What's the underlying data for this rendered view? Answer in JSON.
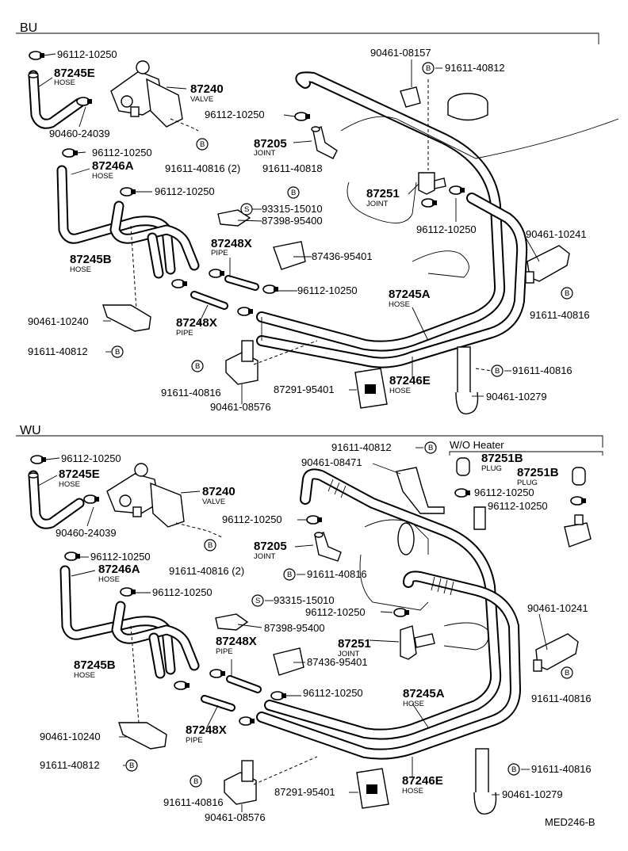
{
  "sections": {
    "bu": "BU",
    "wu": "WU",
    "wo_heater": "W/O Heater"
  },
  "bolt_symbol": "B",
  "screw_symbol": "S",
  "bu": {
    "clip_96112_a": "96112-10250",
    "hose_87245E": "87245E",
    "hose_87245E_sub": "HOSE",
    "valve_87240": "87240",
    "valve_87240_sub": "VALVE",
    "clamp_90460": "90460-24039",
    "clip_96112_b": "96112-10250",
    "clip_96112_c": "96112-10250",
    "bolt_91611_40816_2": "91611-40816 (2)",
    "bolt_91611_40818": "91611-40818",
    "joint_87205": "87205",
    "joint_87205_sub": "JOINT",
    "hose_87246A": "87246A",
    "hose_87246A_sub": "HOSE",
    "clip_96112_d": "96112-10250",
    "clamp_90461_08157": "90461-08157",
    "bolt_91611_40812_top": "91611-40812",
    "joint_87251": "87251",
    "joint_87251_sub": "JOINT",
    "clip_96112_e": "96112-10250",
    "screw_93315": "93315-15010",
    "part_87398": "87398-95400",
    "pipe_87248X_a": "87248X",
    "pipe_87248X_a_sub": "PIPE",
    "part_87436": "87436-95401",
    "clip_96112_f": "96112-10250",
    "hose_87245B": "87245B",
    "hose_87245B_sub": "HOSE",
    "clamp_90461_10241": "90461-10241",
    "bolt_91611_40816_r": "91611-40816",
    "hose_87245A": "87245A",
    "hose_87245A_sub": "HOSE",
    "clamp_90461_10240": "90461-10240",
    "pipe_87248X_b": "87248X",
    "pipe_87248X_b_sub": "PIPE",
    "bolt_91611_40812_l": "91611-40812",
    "bolt_91611_40816_rr": "91611-40816",
    "hose_87246E": "87246E",
    "hose_87246E_sub": "HOSE",
    "grommet_87291": "87291-95401",
    "bolt_91611_40816_b": "91611-40816",
    "clamp_90461_08576": "90461-08576",
    "clamp_90461_10279": "90461-10279"
  },
  "wu": {
    "clip_96112_a": "96112-10250",
    "hose_87245E": "87245E",
    "hose_87245E_sub": "HOSE",
    "valve_87240": "87240",
    "valve_87240_sub": "VALVE",
    "clamp_90460": "90460-24039",
    "clip_96112_b": "96112-10250",
    "bolt_91611_40816_2": "91611-40816 (2)",
    "joint_87205": "87205",
    "joint_87205_sub": "JOINT",
    "clip_96112_c": "96112-10250",
    "hose_87246A": "87246A",
    "hose_87246A_sub": "HOSE",
    "clip_96112_d": "96112-10250",
    "bolt_91611_40812_top": "91611-40812",
    "clamp_90461_08471": "90461-08471",
    "plug_87251B_a": "87251B",
    "plug_87251B_a_sub": "PLUG",
    "plug_87251B_b": "87251B",
    "plug_87251B_b_sub": "PLUG",
    "clip_96112_h1": "96112-10250",
    "clip_96112_h2": "96112-10250",
    "bolt_91611_40816_m": "91611-40816",
    "screw_93315": "93315-15010",
    "clip_96112_e": "96112-10250",
    "part_87398": "87398-95400",
    "joint_87251": "87251",
    "joint_87251_sub": "JOINT",
    "pipe_87248X_a": "87248X",
    "pipe_87248X_a_sub": "PIPE",
    "part_87436": "87436-95401",
    "hose_87245B": "87245B",
    "hose_87245B_sub": "HOSE",
    "clamp_90461_10241": "90461-10241",
    "bolt_91611_40816_r": "91611-40816",
    "clip_96112_f": "96112-10250",
    "hose_87245A": "87245A",
    "hose_87245A_sub": "HOSE",
    "clamp_90461_10240": "90461-10240",
    "pipe_87248X_b": "87248X",
    "pipe_87248X_b_sub": "PIPE",
    "bolt_91611_40812_l": "91611-40812",
    "bolt_91611_40816_rr": "91611-40816",
    "grommet_87291": "87291-95401",
    "hose_87246E": "87246E",
    "hose_87246E_sub": "HOSE",
    "bolt_91611_40816_b": "91611-40816",
    "clamp_90461_08576": "90461-08576",
    "clamp_90461_10279": "90461-10279"
  },
  "figure_code": "MED246-B"
}
